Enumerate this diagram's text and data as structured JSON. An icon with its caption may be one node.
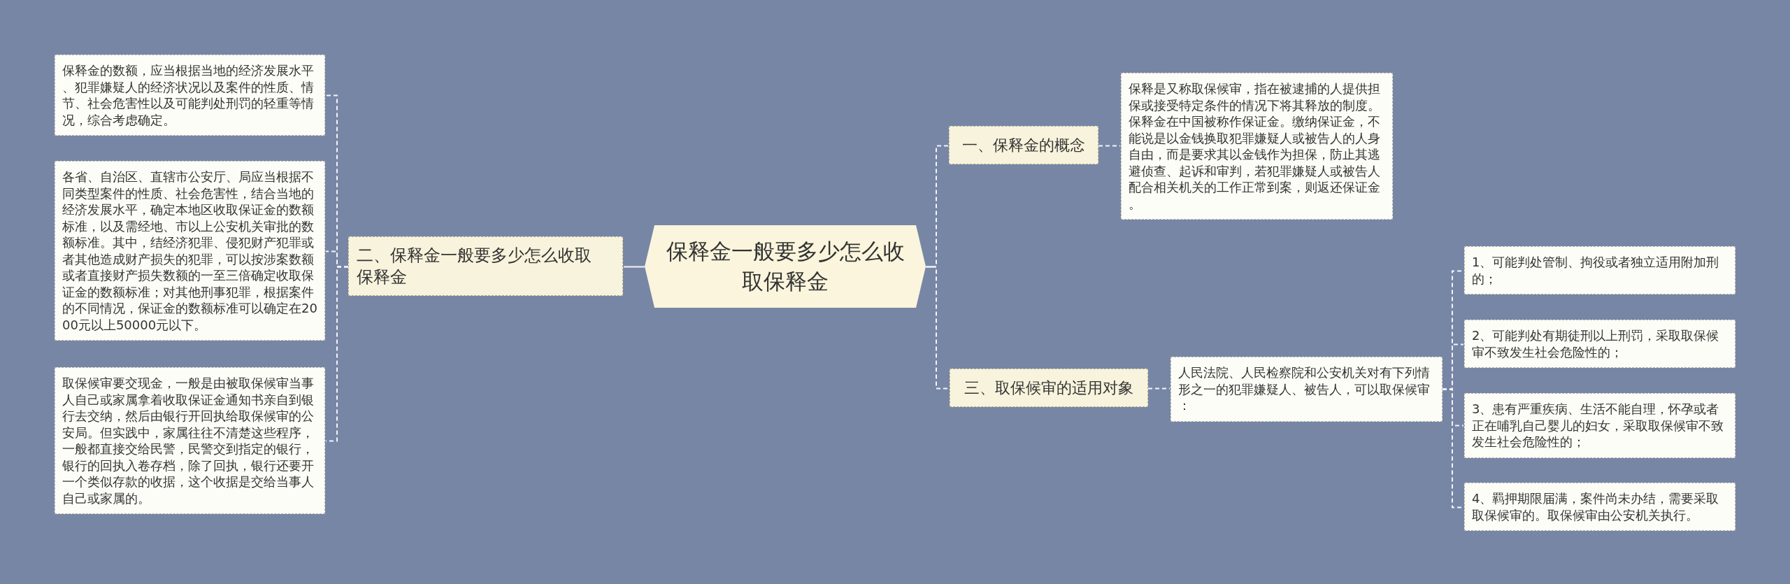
{
  "diagram": {
    "nodes": [
      {
        "text": [
          "保释金一般要多少怎么收取保释金"
        ]
      },
      {
        "text": [
          "一、保释金的概念"
        ]
      },
      {
        "text": [
          "保释是又称取保候审，指在被逮捕的人提供担保或接受特定条件的情况下将其释放的制度。保释金在中国被称作保证金。缴纳保证金，不能说是以金钱换取犯罪嫌疑人或被告人的人身自由，而是要求其以金钱作为担保，防止其逃避侦查、起诉和审判，若犯罪嫌疑人或被告人配合相关机关的工作正常到案，则返还保证金。"
        ]
      },
      {
        "text": [
          "二、保释金一般要多少怎么收取保释金"
        ]
      },
      {
        "text": [
          "保释金的数额，应当根据当地的经济发展水平、犯罪嫌疑人的经济状况以及案件的性质、情节、社会危害性以及可能判处刑罚的轻重等情况，综合考虑确定。"
        ]
      },
      {
        "text": [
          "各省、自治区、直辖市公安厅、局应当根据不同类型案件的性质、社会危害性，结合当地的经济发展水平，确定本地区收取保证金的数额标准，以及需经地、市以上公安机关审批的数额标准。其中，结经济犯罪、侵犯财产犯罪或者其他造成财产损失的犯罪，可以按涉案数额或者直接财产损失数额的一至三倍确定收取保证金的数额标准；对其他刑事犯罪，根据案件的不同情况，保证金的数额标准可以确定在2000元以上50000元以下。"
        ]
      },
      {
        "text": [
          "取保候审要交现金，一般是由被取保候审当事人自己或家属拿着收取保证金通知书亲自到银行去交纳，然后由银行开回执给取保候审的公安局。但实践中，家属往往不清楚这些程序，一般都直接交给民警，民警交到指定的银行，银行的回执入卷存档，除了回执，银行还要开一个类似存款的收据，这个收据是交给当事人自己或家属的。"
        ]
      },
      {
        "text": [
          "三、取保候审的适用对象"
        ]
      },
      {
        "text": [
          "人民法院、人民检察院和公安机关对有下列情形之一的犯罪嫌疑人、被告人，可以取保候审："
        ]
      },
      {
        "text": [
          "1、可能判处管制、拘役或者独立适用附加刑的；"
        ]
      },
      {
        "text": [
          "2、可能判处有期徒刑以上刑罚，采取取保候审不致发生社会危险性的；"
        ]
      },
      {
        "text": [
          "3、患有严重疾病、生活不能自理，怀孕或者正在哺乳自己婴儿的妇女，采取取保候审不致发生社会危险性的；"
        ]
      },
      {
        "text": [
          "4、羁押期限届满，案件尚未办结，需要采取取保候审的。取保候审由公安机关执行。"
        ]
      }
    ],
    "edges": [
      {
        "from": 0,
        "to": 1,
        "arrow": "none",
        "style": "dashed"
      },
      {
        "from": 1,
        "to": 2,
        "arrow": "none",
        "style": "dashed"
      },
      {
        "from": 0,
        "to": 3,
        "arrow": "none"
      },
      {
        "from": 3,
        "to": 4,
        "arrow": "none",
        "style": "dashed"
      },
      {
        "from": 3,
        "to": 5,
        "arrow": "none",
        "style": "dashed"
      },
      {
        "from": 3,
        "to": 6,
        "arrow": "none",
        "style": "dashed"
      },
      {
        "from": 0,
        "to": 7,
        "arrow": "none",
        "style": "dashed"
      },
      {
        "from": 7,
        "to": 8,
        "arrow": "none",
        "style": "dashed"
      },
      {
        "from": 8,
        "to": 9,
        "arrow": "none",
        "style": "dashed"
      },
      {
        "from": 8,
        "to": 10,
        "arrow": "none",
        "style": "dashed"
      },
      {
        "from": 8,
        "to": 11,
        "arrow": "none",
        "style": "dashed"
      },
      {
        "from": 8,
        "to": 12,
        "arrow": "none",
        "style": "dashed"
      }
    ]
  }
}
